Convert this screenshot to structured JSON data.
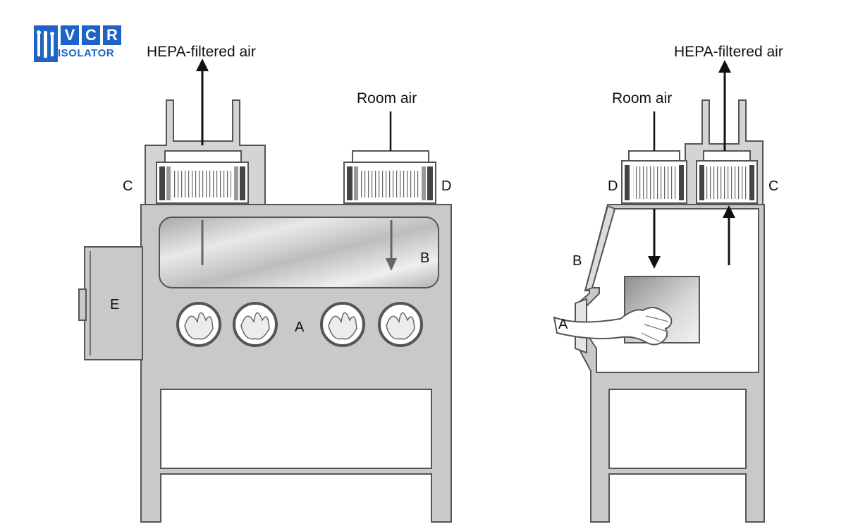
{
  "logo": {
    "letters": [
      "V",
      "C",
      "R"
    ],
    "subtitle": "ISOLATOR",
    "color": "#1e63c8"
  },
  "front_view": {
    "exhaust_label": "HEPA-filtered air",
    "intake_label": "Room air",
    "labels": {
      "C": "C",
      "D": "D",
      "B": "B",
      "E": "E",
      "A": "A"
    }
  },
  "side_view": {
    "exhaust_label": "HEPA-filtered air",
    "intake_label": "Room air",
    "labels": {
      "D": "D",
      "C": "C",
      "B": "B",
      "A": "A"
    }
  },
  "colors": {
    "cabinet_fill": "#c9c9c9",
    "outline": "#555555",
    "window_light": "#eeeeee",
    "window_dark": "#a9a9a9"
  }
}
